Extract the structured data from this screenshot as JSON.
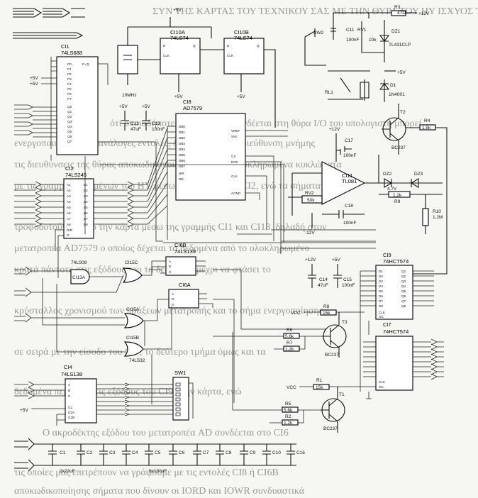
{
  "chips": {
    "ic1": {
      "ref": "CI1",
      "part": "74LS688",
      "left_pins": [
        "P0",
        "P1",
        "P2",
        "P3",
        "P4",
        "P5",
        "P6",
        "P7",
        "",
        "Q0",
        "Q1",
        "Q2",
        "Q3",
        "Q4",
        "Q5",
        "Q6",
        "Q7"
      ],
      "right_pin": "P=Q"
    },
    "ic2": {
      "ref": "CI2",
      "part": "74LS245",
      "pins_a": [
        "A1",
        "A2",
        "A3",
        "A4",
        "A5",
        "A6",
        "A7",
        "A8"
      ],
      "pins_b": [
        "B1",
        "B2",
        "B3",
        "B4",
        "B5",
        "B6",
        "B7",
        "B8"
      ],
      "pin_dir": "DIR",
      "pin_g": "G"
    },
    "ic4": {
      "ref": "CI4",
      "part": "74LS138",
      "pins": [
        "A",
        "B",
        "C",
        "G1",
        "G2A",
        "G2B"
      ]
    },
    "ic6b": {
      "ref": "CI6B",
      "part": "74LS139",
      "pins": [
        "A",
        "B",
        "G"
      ]
    },
    "ic6a": {
      "ref": "CI6A",
      "pins": [
        "A",
        "B",
        "G"
      ]
    },
    "ic8": {
      "ref": "CI8",
      "part": "AD7579",
      "pins": [
        "DB0",
        "DB1",
        "DB2",
        "DB3",
        "DB4",
        "DB5",
        "DB6",
        "DB7",
        "WR",
        "RD",
        "CS",
        "EOC",
        "CLK",
        "VREF",
        "VIN",
        "AGND"
      ]
    },
    "ic9": {
      "ref": "CI9",
      "part": "74HCT574",
      "pins_d": [
        "D1",
        "D2",
        "D3",
        "D4",
        "D5",
        "D6",
        "D7",
        "D8"
      ],
      "pins_q": [
        "Q1",
        "Q2",
        "Q3",
        "Q4",
        "Q5",
        "Q6",
        "Q7",
        "Q8"
      ],
      "pin_clk": "CLK",
      "pin_oc": "OC"
    },
    "ic7": {
      "ref": "CI7",
      "part": "74HCT574",
      "pin_clk": "CLK",
      "pin_oc": "OC"
    },
    "ic10a": {
      "ref": "CI10A",
      "part": "74LS74",
      "pins": [
        "D",
        "CLK",
        "Q"
      ]
    },
    "ic10b": {
      "ref": "CI10B",
      "part": "74LS74",
      "pins": [
        "D",
        "CLK",
        "Q"
      ]
    },
    "ic11": {
      "ref": "CI11",
      "part": "TL081"
    },
    "ic13a": {
      "ref": "CI13A",
      "part": "74LS08"
    },
    "ic15c": {
      "ref": "CI15C"
    },
    "ic15a": {
      "ref": "CI15A"
    },
    "ic15b": {
      "ref": "CI15B",
      "part": "74LS32"
    },
    "sw1": {
      "ref": "SW1"
    }
  },
  "components": {
    "sw2": "SW2",
    "r3": "R3",
    "r3_val": "47Ω",
    "rv1": "RV1",
    "rv1_val": "10k",
    "c11": "C11",
    "c11_val": "100nF",
    "dz1": "DZ1",
    "dz1_part": "TL431CLP",
    "d1": "D1",
    "d1_part": "1N4001",
    "rl1": "RL1",
    "t2": "T2",
    "t2_part": "BC237",
    "r4": "R4",
    "r4_val": "1.5k",
    "c17": "C17",
    "c17_val": "100nF",
    "rv2": "RV2",
    "rv2_val": "50k",
    "c18": "C18",
    "c18_val": "100nF",
    "dz2": "DZ2",
    "dz2_val": "4.7V",
    "dz3": "DZ3",
    "r9": "R9",
    "r9_val": "1.2k",
    "r10": "R10",
    "r10_val": "1.2M",
    "c14": "C14",
    "c14_val": "47uF",
    "c15": "C15",
    "c15_val": "100nF",
    "c12": "C12",
    "c12_val": "47uF",
    "c13": "C13",
    "c13_val": "100nF",
    "xtal": "10MHz",
    "r8": "R8",
    "r8_val": "15k",
    "r6": "R6",
    "r6_val": "5.6k",
    "r7": "R7",
    "r7_val": "1.2k",
    "t3": "T3",
    "t3_part": "BC237",
    "r1": "R1",
    "r1_val": "15k",
    "r5": "R5",
    "r5_val": "5.6k",
    "r2": "R2",
    "r2_val": "1.2k",
    "t1": "T1",
    "t1_part": "BC237",
    "cap_row": [
      "C1",
      "C2",
      "C3",
      "C4",
      "C5",
      "C6",
      "C7",
      "C8",
      "C9",
      "C10",
      "C16"
    ],
    "c1_val": "2x22uF",
    "cap_note": "9x100nF"
  },
  "supply": {
    "p5": "+5V",
    "p12": "+12V",
    "m12": "-12V",
    "vcc": "VCC"
  },
  "background_text": [
    "ΣΥΝ ΤΗΣ ΚΑΡΤΑΣ ΤΟΥ ΤΕΧΝΙΚΟΥ ΣΑΣ ΜΕ ΤΗΝ ΘΥΡΑ ΤΟΥ ΗΥ ΙΣΧΥΟΣ ΤΟ",
    "ότι οποιαδήποτε συσκευή που συνδέεται στη θύρα I/O του υπολογιστή μπορεί",
    "ενεργοποιηθεί με τις ανάλογες εντολές, δηλαδή την εξής διεύθυνση μνήμης",
    "τις διευθύνσεις της θύρας αποκωδικοποιούνται από τα ολοκληρωμένα κυκλώματα",
    "με τις γραμμές δεδομένων του ΗΥ μέσω ενός buffer στο CI2, ενώ τα σήματα",
    "τροφοδοτούνται από την κάρτα μέσω της γραμμής CI1 και CI13, δηλαδή στον",
    "μετατροπέα AD7579 ο οποίος δέχεται τα δεδομένα από το ολοκληρωμένο ",
    "κρατά πάντοτε στις εξόδους του τα δεδομένα μέχρι να φτάσει το",
    "κρύσταλλος χρονισμού των πράξεων μετατροπής και το σήμα ενεργοποίησης",
    "σε σειρά με την είσοδο του CI7, το δεύτερο τμήμα όμως και τα",
    "δεδομένα περνάνε στις εξόδους του CI9 στην κάρτα, ενώ",
    "Ο ακροδέκτης εξόδου του μετατροπέα AD συνδέεται στο CI6",
    "τις οποίες μας επιτρέπουν να γράψουμε με τις εντολές CI8 ή CI6B",
    "αποκωδικοποίησης σήματα που δίνουν οι IORD και IOWR συνδυαστικά"
  ]
}
